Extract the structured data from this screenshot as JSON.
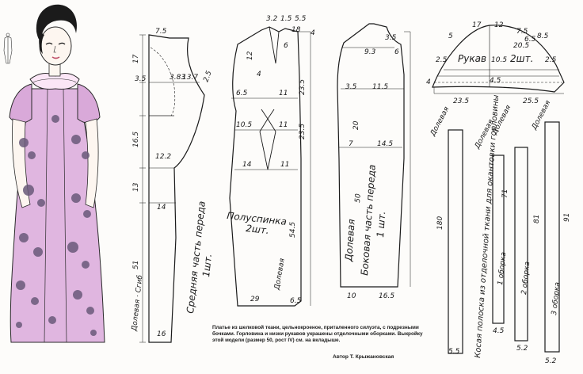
{
  "front_center": {
    "title": "Средняя часть переда",
    "count": "1шт.",
    "grain": "Долевая · Сгиб",
    "dims": [
      "7.5",
      "17",
      "3.5",
      "3.83",
      "13.7",
      "2.5",
      "16.5",
      "12.2",
      "13",
      "14",
      "51",
      "16"
    ]
  },
  "back": {
    "title": "Полуспинка",
    "count": "2шт.",
    "grain": "Долевая",
    "dims": [
      "3.2",
      "1.5",
      "5.5",
      "18",
      "4",
      "12",
      "6",
      "4",
      "23.5",
      "6.5",
      "11",
      "10.5",
      "23.5",
      "11",
      "14",
      "11",
      "54.5",
      "29",
      "6.5"
    ]
  },
  "front_side": {
    "title": "Боковая часть переда",
    "count": "1 шт.",
    "grain": "Долевая",
    "dims": [
      "3.5",
      "9.3",
      "6",
      "3.5",
      "11.5",
      "20",
      "7",
      "14.5",
      "50",
      "10",
      "16.5"
    ]
  },
  "sleeve": {
    "title": "Рукав",
    "count": "2шт.",
    "dims": [
      "5",
      "17",
      "12",
      "7.5",
      "6.5",
      "8.5",
      "2.5",
      "10.5",
      "20.5",
      "2.5",
      "4",
      "4.5",
      "23.5",
      "25.5"
    ]
  },
  "strips": {
    "bias_title": "Косая полоска из отделочной ткани для окантовки горловины",
    "bias_grain": "Долевая",
    "bias_len": "180",
    "bias_w": "5.5",
    "frill1_title": "1 оборка",
    "frill1_len": "71",
    "frill1_w": "4.5",
    "frill2_title": "2 оборка",
    "frill2_len": "81",
    "frill2_w": "5.2",
    "frill3_title": "3 оборка",
    "frill3_len": "91",
    "frill3_w": "5.2",
    "grain": "Долевая"
  },
  "caption": {
    "text": "Платье из шелковой ткани, цельнокроеное, приталенного силуэта, с подрезными бочками. Горловина и низки рукавов украшены отделочными оборками. Выкройку этой модели (размер 50, рост IV) см. на вкладыше.",
    "author": "Автор Т. Крыжановская"
  },
  "colors": {
    "line": "#1a1a1a",
    "print_pink": "#d9a9d9",
    "flower_dark": "#6a5a7a",
    "hair": "#1b1b1b"
  }
}
